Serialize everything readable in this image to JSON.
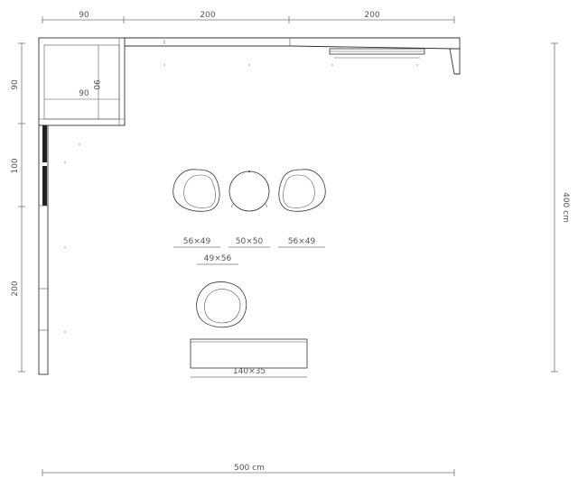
{
  "plan": {
    "top_dims": [
      "90",
      "200",
      "200"
    ],
    "left_dims": [
      "90",
      "100",
      "200"
    ],
    "corner_dims": [
      "90",
      "90"
    ],
    "total_width": "500 cm",
    "total_height": "400 cm"
  },
  "furniture": {
    "chair_left_label": "56×49",
    "stool_label": "50×50",
    "chair_right_label": "56×49",
    "chair_bottom_label": "49×56",
    "bench_label": "140×35"
  }
}
